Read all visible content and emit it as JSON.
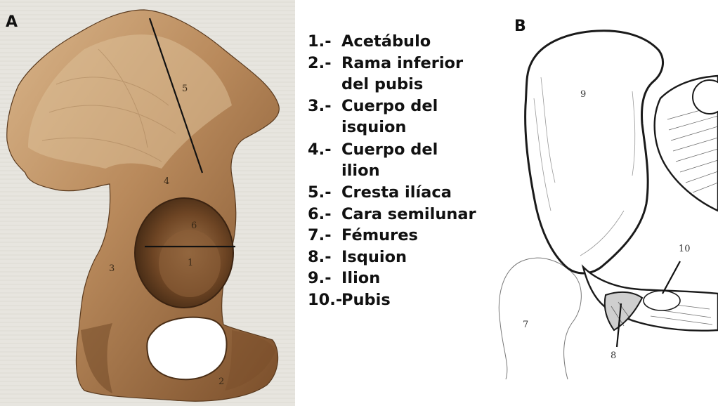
{
  "panel_a": {
    "letter": "A",
    "labels": [
      "1",
      "2",
      "3",
      "4",
      "5",
      "6"
    ]
  },
  "panel_b": {
    "letter": "B",
    "labels": [
      "7",
      "8",
      "9",
      "10"
    ]
  },
  "legend": [
    {
      "num": "1.-",
      "text": "Acetábulo"
    },
    {
      "num": "2.-",
      "text": "Rama inferior\ndel pubis"
    },
    {
      "num": "3.-",
      "text": "Cuerpo del\nisquion"
    },
    {
      "num": "4.-",
      "text": "Cuerpo del\nilion"
    },
    {
      "num": "5.-",
      "text": "Cresta ilíaca"
    },
    {
      "num": "6.-",
      "text": "Cara semilunar"
    },
    {
      "num": "7.-",
      "text": "Fémures"
    },
    {
      "num": "8.-",
      "text": "Isquion"
    },
    {
      "num": "9.-",
      "text": "Ilion"
    },
    {
      "num": "10.-",
      "text": "Pubis"
    }
  ],
  "colors": {
    "bone_light": "#c9a47a",
    "bone_dark": "#6e4524",
    "background_a": "#e6e4de"
  }
}
